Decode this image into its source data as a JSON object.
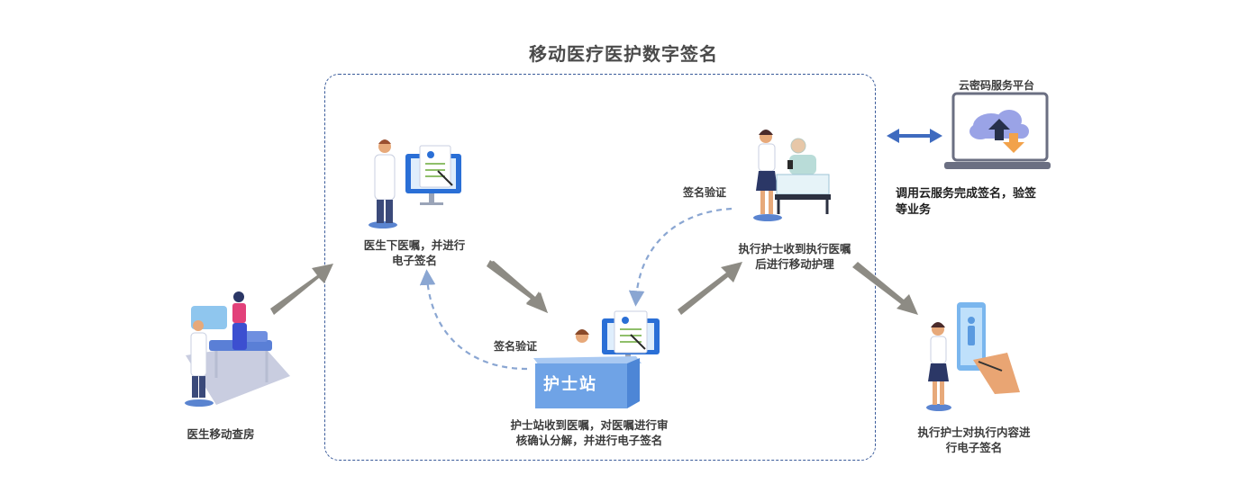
{
  "title": "移动医疗医护数字签名",
  "nodes": {
    "doctor_rounds": "医生移动查房",
    "doctor_order_line1": "医生下医嘱，并进行",
    "doctor_order_line2": "电子签名",
    "nurse_station_line1": "护士站收到医嘱，对医嘱进行审",
    "nurse_station_line2": "核确认分解，并进行电子签名",
    "nurse_station_sign": "护士站",
    "exec_nurse_line1": "执行护士收到执行医嘱",
    "exec_nurse_line2": "后进行移动护理",
    "exec_sign_line1": "执行护士对执行内容进",
    "exec_sign_line2": "行电子签名"
  },
  "verify": {
    "left": "签名验证",
    "right": "签名验证"
  },
  "cloud": {
    "title": "云密码服务平台",
    "desc_line1": "调用云服务完成签名，验签",
    "desc_line2": "等业务"
  },
  "colors": {
    "flow_arrow": "#8d8b84",
    "dashed_arrow": "#8aa6d2",
    "box_border": "#3a5b9a",
    "double_arrow": "#3f6bbf",
    "nurse_station": "#6fa3e6"
  }
}
